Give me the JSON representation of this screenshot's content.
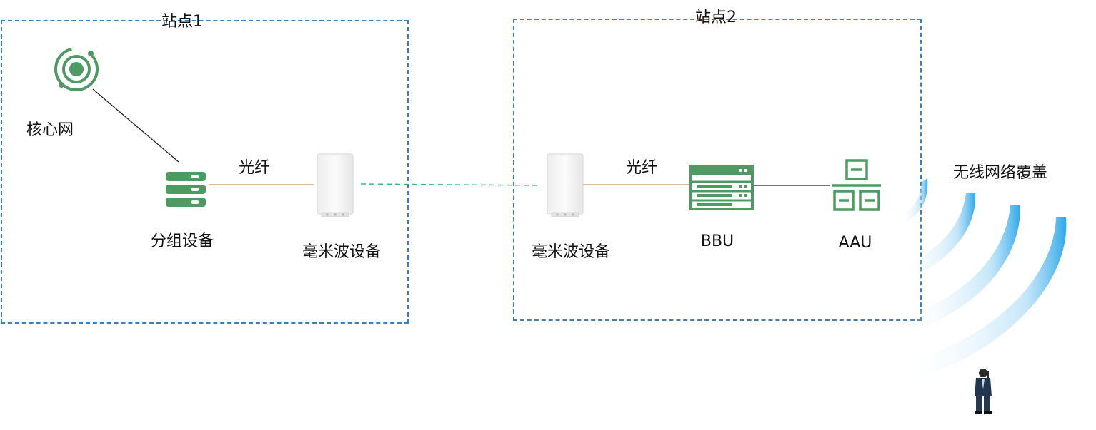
{
  "sites": [
    {
      "title": "站点1"
    },
    {
      "title": "站点2"
    }
  ],
  "nodes": {
    "core_network": {
      "label": "核心网",
      "icon": "core-network-icon"
    },
    "packet_device": {
      "label": "分组设备",
      "icon": "server-stack-icon"
    },
    "mmwave_1": {
      "label": "毫米波设备",
      "icon": "mmwave-device-icon"
    },
    "mmwave_2": {
      "label": "毫米波设备",
      "icon": "mmwave-device-icon"
    },
    "bbu": {
      "label": "BBU",
      "icon": "bbu-rack-icon"
    },
    "aau": {
      "label": "AAU",
      "icon": "aau-icon"
    },
    "user": {
      "icon": "person-icon"
    }
  },
  "links": {
    "fiber_1": {
      "label": "光纤"
    },
    "fiber_2": {
      "label": "光纤"
    }
  },
  "coverage": {
    "label": "无线网络覆盖",
    "icon": "wireless-coverage-icon"
  },
  "colors": {
    "site_border": "#3f7fb5",
    "device_green": "#4e9a63",
    "fiber": "#c9975a",
    "microwave_link": "#3fb38c",
    "coverage_blue": "#2ea8e8"
  }
}
